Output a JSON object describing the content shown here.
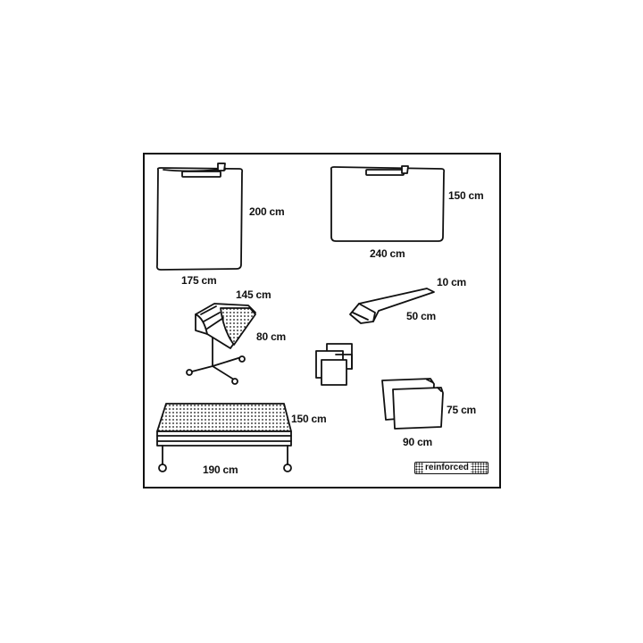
{
  "items": [
    {
      "name": "drape-1",
      "dimensions": [
        "200 cm",
        "175 cm"
      ]
    },
    {
      "name": "drape-2",
      "dimensions": [
        "150 cm",
        "240 cm"
      ]
    },
    {
      "name": "mayo-stand-cover",
      "dimensions": [
        "145 cm",
        "80 cm"
      ]
    },
    {
      "name": "towel",
      "dimensions": [
        "10 cm",
        "50 cm"
      ]
    },
    {
      "name": "small-towels",
      "dimensions": []
    },
    {
      "name": "table-cover",
      "dimensions": [
        "150 cm",
        "190 cm"
      ]
    },
    {
      "name": "pads",
      "dimensions": [
        "75 cm",
        "90 cm"
      ]
    }
  ],
  "badge": {
    "label": "reinforced"
  },
  "colors": {
    "stroke": "#111111",
    "background": "#ffffff"
  }
}
